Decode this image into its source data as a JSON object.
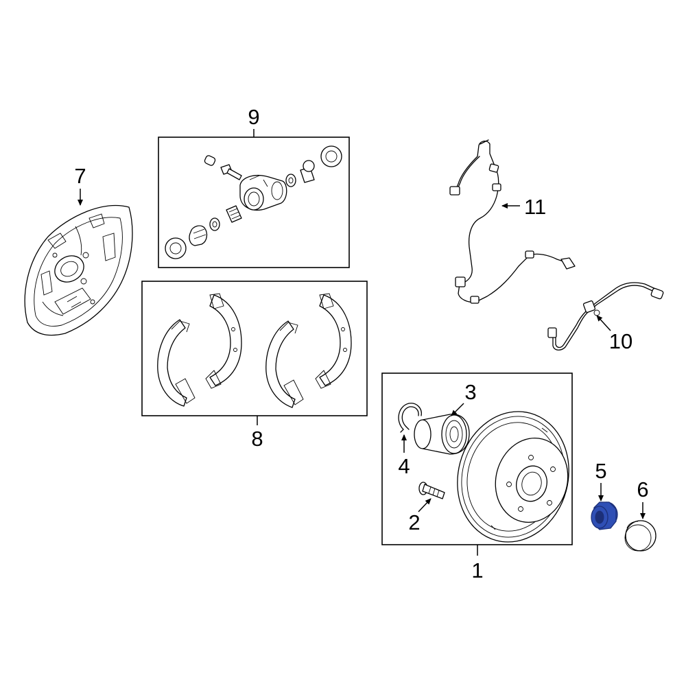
{
  "callouts": {
    "c1": "1",
    "c2": "2",
    "c3": "3",
    "c4": "4",
    "c5": "5",
    "c6": "6",
    "c7": "7",
    "c8": "8",
    "c9": "9",
    "c10": "10",
    "c11": "11"
  },
  "colors": {
    "highlight": "#2f4fb5",
    "highlight_dark": "#1c2f78",
    "line": "#000000"
  },
  "icons": {
    "p1": "brake-drum-icon",
    "p2": "wheel-stud-icon",
    "p3": "wheel-bearing-icon",
    "p4": "snap-ring-icon",
    "p5": "hub-nut-icon",
    "p6": "grease-cap-icon",
    "p7": "backing-plate-icon",
    "p8": "brake-shoes-icon",
    "p9": "wheel-cylinder-icon",
    "p10": "brake-hose-icon",
    "p11": "abs-sensor-icon"
  }
}
